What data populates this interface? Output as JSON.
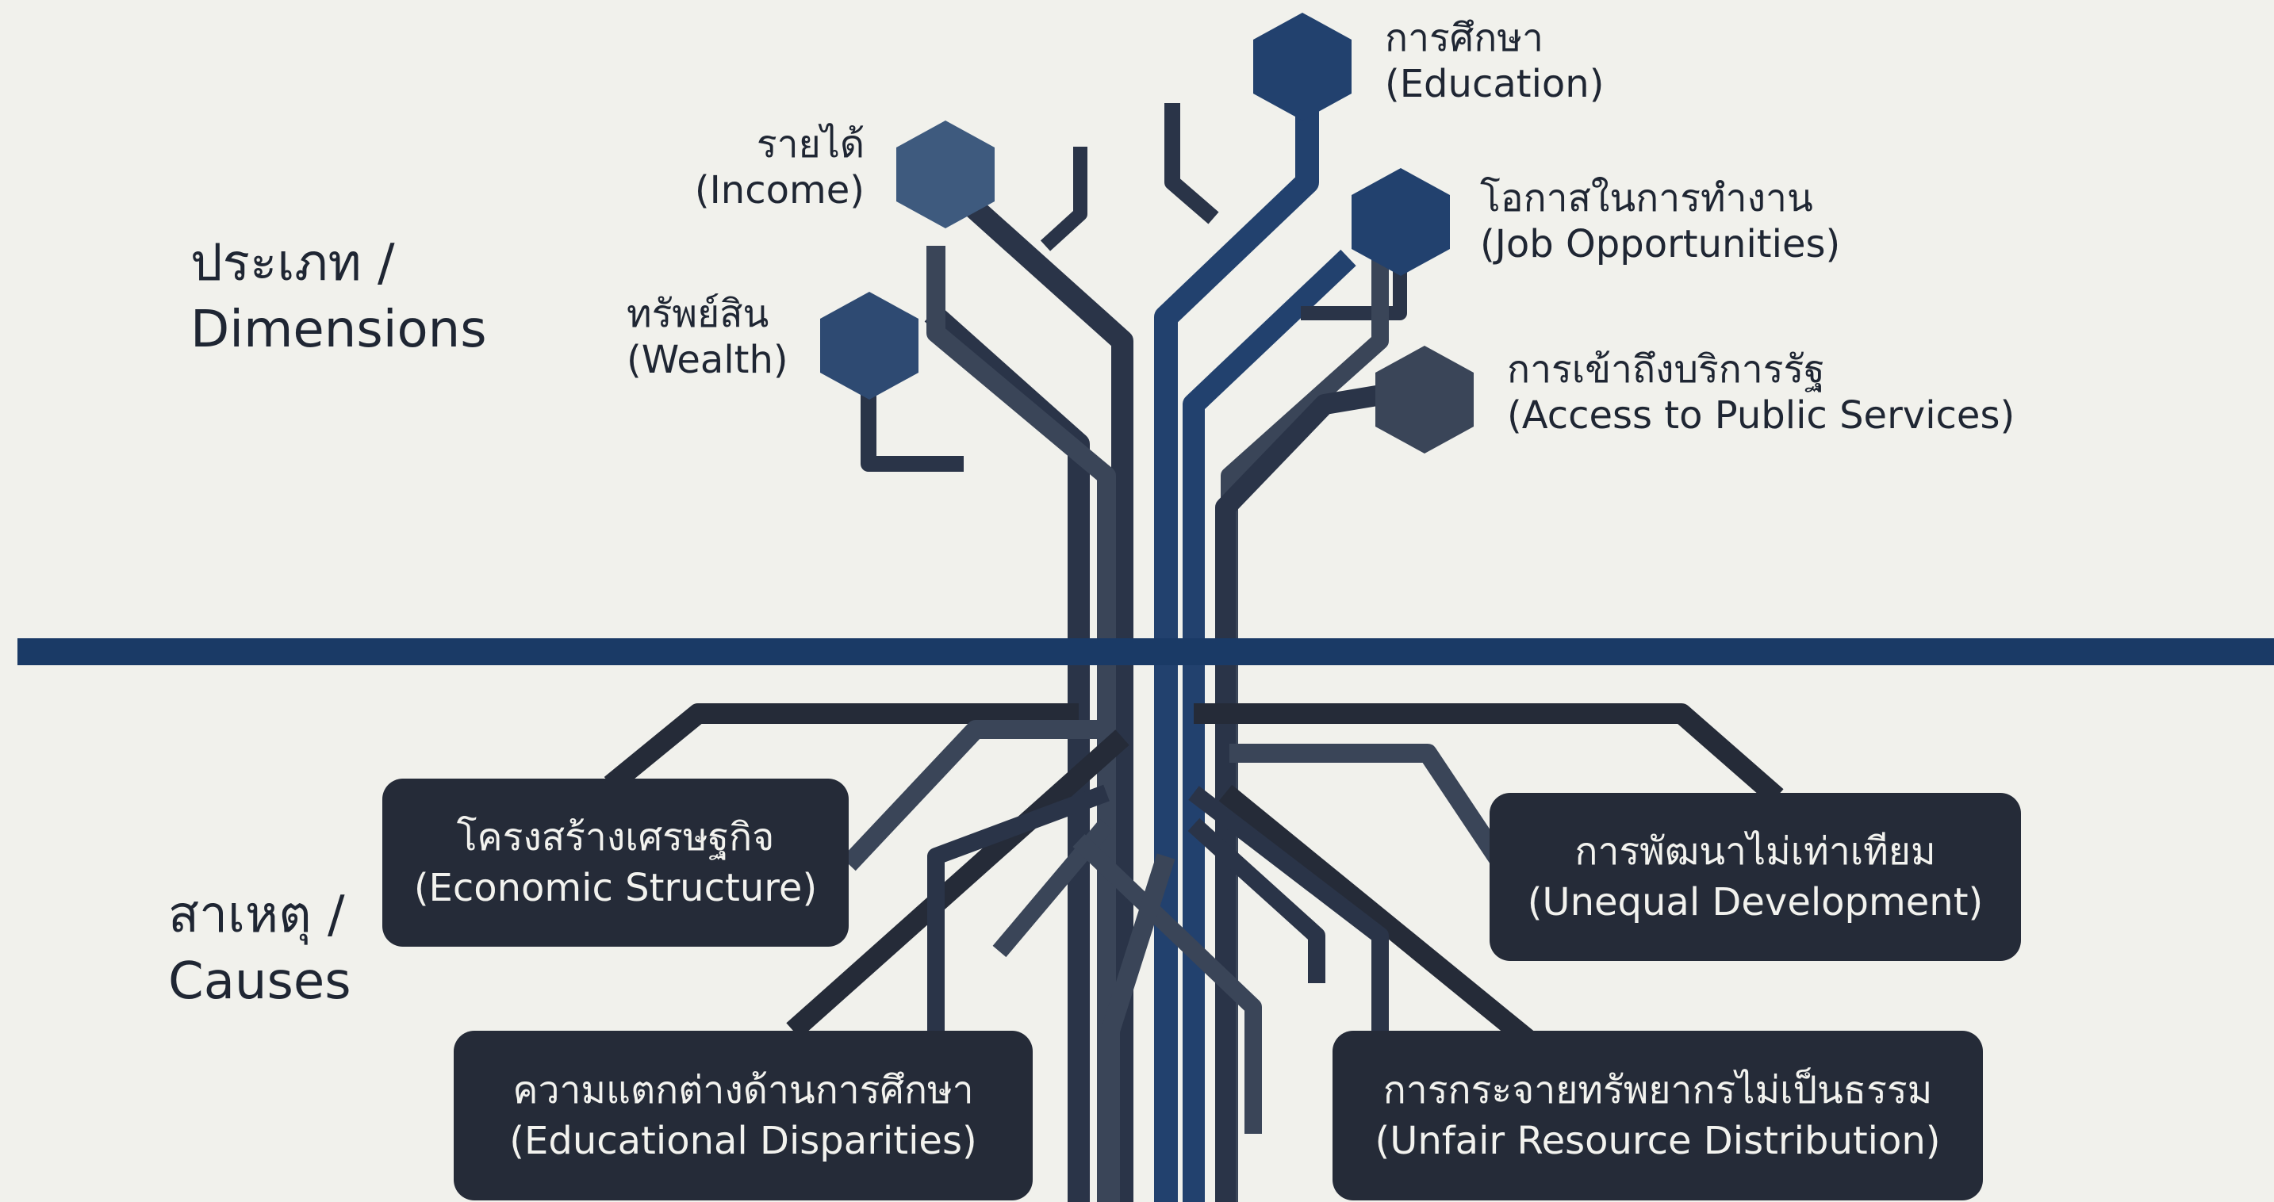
{
  "sections": {
    "dimensions_label_th": "ประเภท /",
    "dimensions_label_en": "Dimensions",
    "causes_label_th": "สาเหตุ /",
    "causes_label_en": "Causes"
  },
  "dimensions": {
    "education": {
      "th": "การศึกษา",
      "en": "(Education)"
    },
    "income": {
      "th": "รายได้",
      "en": "(Income)"
    },
    "job": {
      "th": "โอกาสในการทำงาน",
      "en": "(Job Opportunities)"
    },
    "wealth": {
      "th": "ทรัพย์สิน",
      "en": "(Wealth)"
    },
    "public_services": {
      "th": "การเข้าถึงบริการรัฐ",
      "en": "(Access to Public Services)"
    }
  },
  "causes": {
    "economic_structure": {
      "th": "โครงสร้างเศรษฐกิจ",
      "en": "(Economic Structure)"
    },
    "unequal_development": {
      "th": "การพัฒนาไม่เท่าเทียม",
      "en": "(Unequal Development)"
    },
    "educational_disparities": {
      "th": "ความแตกต่างด้านการศึกษา",
      "en": "(Educational Disparities)"
    },
    "unfair_resource_distribution": {
      "th": "การกระจายทรัพยากรไม่เป็นธรรม",
      "en": "(Unfair Resource Distribution)"
    }
  },
  "colors": {
    "background": "#f1f1ec",
    "divider": "#1a3a66",
    "branch_dark": "#2a3448",
    "branch_blue": "#22416e",
    "hex_node": "#2e4a72",
    "cause_box": "#252b38",
    "cause_text": "#f2f2ee",
    "label_text": "#1f2633"
  }
}
